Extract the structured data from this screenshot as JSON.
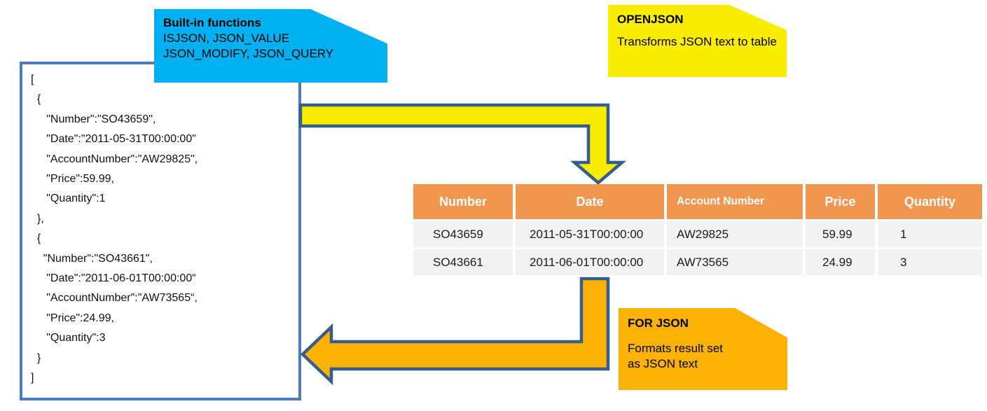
{
  "colors": {
    "callout_cyan": "#00B0F0",
    "callout_yellow": "#F8EC00",
    "callout_orange": "#FCB105",
    "arrow_yellow": "#F8EC00",
    "arrow_orange": "#FCB105",
    "arrow_outline_blue": "#365E8C",
    "json_box_border_blue": "#4E7CB5",
    "table_header_orange": "#F0964E",
    "table_row_gray": "#F2F2F2"
  },
  "callouts": {
    "builtin_functions": {
      "title": "Built-in functions",
      "line1": "ISJSON, JSON_VALUE",
      "line2": "JSON_MODIFY, JSON_QUERY"
    },
    "openjson": {
      "title": "OPENJSON",
      "body": "Transforms JSON text to table"
    },
    "for_json": {
      "title": "FOR JSON",
      "body": "Formats result set\nas JSON text"
    }
  },
  "json_document": {
    "text": "[\n  {\n     \"Number\":\"SO43659\",\n     \"Date\":\"2011-05-31T00:00:00\"\n     \"AccountNumber\":\"AW29825\",\n     \"Price\":59.99,\n     \"Quantity\":1\n  },\n  {\n    \"Number\":\"SO43661\",\n     \"Date\":\"2011-06-01T00:00:00“\n     \"AccountNumber\":\"AW73565“,\n     \"Price\":24.99,\n     \"Quantity\":3\n  }\n]"
  },
  "table": {
    "headers": [
      "Number",
      "Date",
      "Account Number",
      "Price",
      "Quantity"
    ],
    "rows": [
      [
        "SO43659",
        "2011-05-31T00:00:00",
        "AW29825",
        "59.99",
        "1"
      ],
      [
        "SO43661",
        "2011-06-01T00:00:00",
        "AW73565",
        "24.99",
        "3"
      ]
    ]
  }
}
